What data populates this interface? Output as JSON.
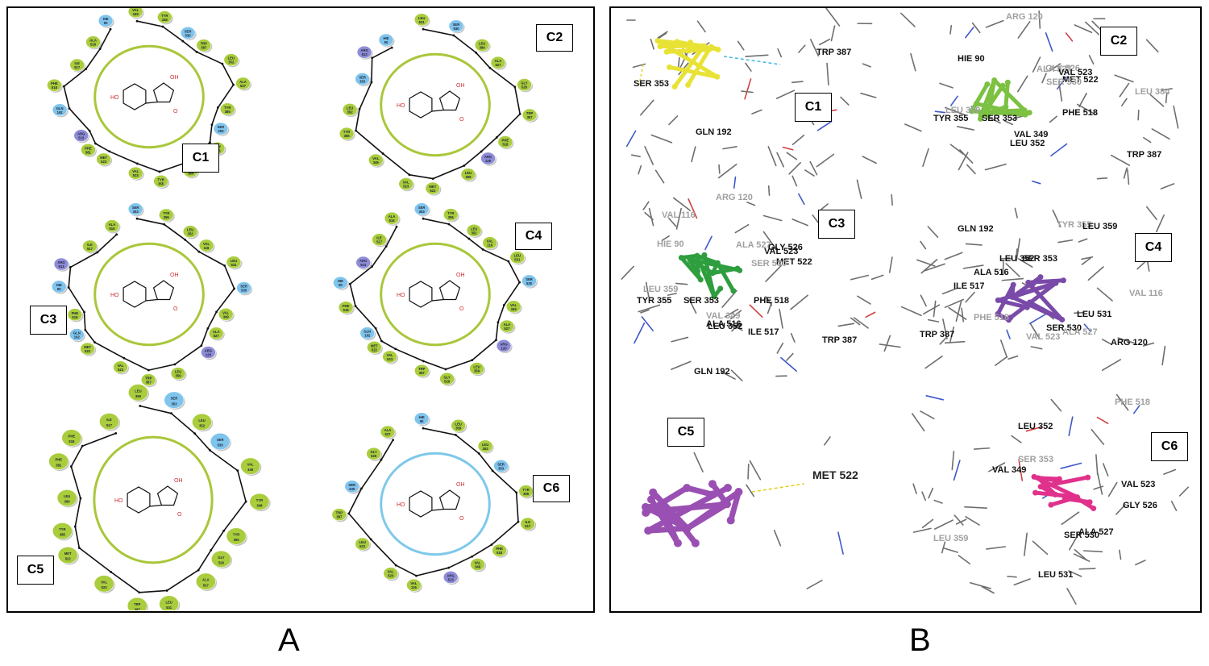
{
  "panel_a": {
    "caption": "A",
    "compounds": [
      {
        "label": "C1",
        "residues": [
          "VAL 349",
          "TYR 348",
          "SER 530",
          "TRP 387",
          "LEU 352",
          "ALA 527",
          "TYR 385",
          "SER 353",
          "GLY 526",
          "LEU 384",
          "TYR 355",
          "VAL 523",
          "MET 522",
          "PHE 381",
          "ARG 513",
          "GLN 192",
          "PHE 518",
          "ILE 517",
          "ALA 516",
          "HIE 90"
        ]
      },
      {
        "label": "C2",
        "residues": [
          "LEU 531",
          "SER 530",
          "LEU 384",
          "ALA 527",
          "GLY 526",
          "TRP 387",
          "PHE 518",
          "ARG 120",
          "LEU 359",
          "MET 522",
          "VAL 523",
          "VAL 349",
          "TYR 355",
          "LEU 352",
          "SER 353",
          "ARG 513",
          "HIE 90"
        ]
      },
      {
        "label": "C3",
        "residues": [
          "SER 353",
          "TYR 355",
          "LEU 352",
          "VAL 116",
          "LEU 531",
          "SER 530",
          "VAL 349",
          "ALA 527",
          "ARG 120",
          "LEU 359",
          "TRP 387",
          "VAL 523",
          "MET 522",
          "GLN 192",
          "PHE 518",
          "HIE 90",
          "ARG 513",
          "ILE 517",
          "ALA 516"
        ]
      },
      {
        "label": "C4",
        "residues": [
          "SER 353",
          "TYR 355",
          "LEU 352",
          "VAL 116",
          "LEU 531",
          "SER 530",
          "VAL 349",
          "ALA 527",
          "ARG 120",
          "LEU 359",
          "GLY 526",
          "TRP 387",
          "VAL 523",
          "MET 522",
          "GLN 192",
          "PHE 518",
          "HIE 90",
          "ARG 513",
          "ILE 517",
          "ALA 516"
        ]
      },
      {
        "label": "C5",
        "residues": [
          "LEU 359",
          "SER 353",
          "LEU 352",
          "SER 530",
          "VAL 349",
          "TYR 348",
          "TYR 355",
          "GLY 526",
          "ALA 527",
          "LEU 531",
          "TRP 387",
          "VAL 523",
          "MET 522",
          "TYR 385",
          "LEU 384",
          "PHE 381",
          "PHE 518",
          "ILE 517"
        ]
      },
      {
        "label": "C6",
        "residues": [
          "HIE 90",
          "LEU 359",
          "LEU 352",
          "SER 353",
          "TYR 355",
          "ILE 517",
          "PHE 518",
          "VAL 349",
          "ARG 513",
          "VAL 116",
          "VAL 523",
          "LEU 531",
          "TRP 387",
          "SER 530",
          "GLY 526",
          "ALA 527"
        ]
      }
    ],
    "atom_labels": {
      "hydroxyl": "HO",
      "hydroxyl_r": "OH",
      "oxygen": "O"
    }
  },
  "panel_b": {
    "caption": "B",
    "compounds": [
      {
        "label": "C1",
        "residues": [
          "TRP 387",
          "SER 353",
          "GLN 192"
        ]
      },
      {
        "label": "C2",
        "residues": [
          "ARG 120",
          "HIE 90",
          "ALA 527",
          "GLY 526",
          "VAL 523",
          "MET 522",
          "SER 530",
          "LEU 384",
          "LEU 359",
          "TYR 355",
          "SER 353",
          "PHE 518",
          "VAL 349",
          "LEU 352",
          "TRP 387"
        ]
      },
      {
        "label": "C3",
        "residues": [
          "ARG 120",
          "VAL 116",
          "HIE 90",
          "ALA 527",
          "GLY 526",
          "VAL 523",
          "MET 522",
          "SER 530",
          "LEU 359",
          "TYR 355",
          "SER 353",
          "PHE 518",
          "VAL 349",
          "ALA 516",
          "LEU 352",
          "ILE 517",
          "TRP 387",
          "GLN 192"
        ]
      },
      {
        "label": "C4",
        "residues": [
          "GLN 192",
          "TYR 355",
          "LEU 359",
          "LEU 352",
          "SER 353",
          "ALA 516",
          "ILE 517",
          "VAL 116",
          "PHE 518",
          "LEU 531",
          "TRP 387",
          "SER 530",
          "ALA 527",
          "VAL 523",
          "ARG 120"
        ]
      },
      {
        "label": "C5",
        "residues": [
          "MET 522"
        ]
      },
      {
        "label": "C6",
        "residues": [
          "PHE 518",
          "LEU 352",
          "SER 353",
          "VAL 349",
          "VAL 523",
          "GLY 526",
          "ALA 527",
          "SER 530",
          "LEU 359",
          "LEU 531"
        ]
      }
    ]
  },
  "colors": {
    "hydrophobic": "#a9cd3c",
    "polar": "#7fc4ec",
    "charged": "#8e8cd8",
    "c1_ligand": "#e8e235",
    "c2_ligand": "#7cc142",
    "c3_ligand": "#2e9e3e",
    "c4_ligand": "#7a4aa8",
    "c5_ligand": "#9a4fb3",
    "c6_ligand": "#e0318c",
    "pocket_green": "#a9c73a",
    "pocket_blue": "#7fc8ea"
  }
}
